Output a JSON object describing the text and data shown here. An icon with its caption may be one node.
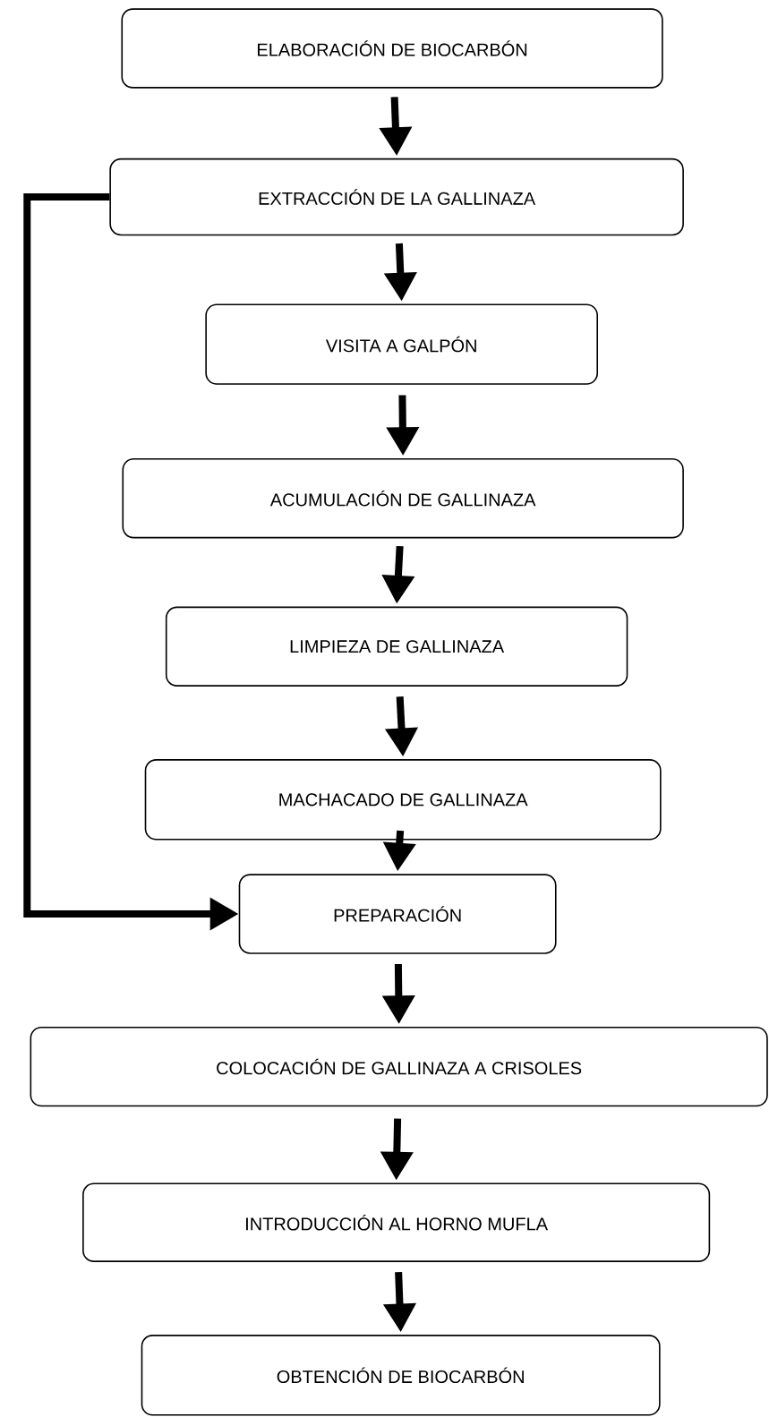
{
  "diagram": {
    "nodes": [
      {
        "text": [
          "ELABORACIÓN DE BIOCARBÓN"
        ]
      },
      {
        "text": [
          "EXTRACCIÓN DE LA GALLINAZA"
        ]
      },
      {
        "text": [
          "VISITA A GALPÓN"
        ]
      },
      {
        "text": [
          "ACUMULACIÓN DE GALLINAZA"
        ]
      },
      {
        "text": [
          "LIMPIEZA DE GALLINAZA"
        ]
      },
      {
        "text": [
          "MACHACADO DE GALLINAZA"
        ]
      },
      {
        "text": [
          "PREPARACIÓN"
        ]
      },
      {
        "text": [
          "COLOCACIÓN DE GALLINAZA A CRISOLES"
        ]
      },
      {
        "text": [
          "INTRODUCCIÓN AL HORNO MUFLA"
        ]
      },
      {
        "text": [
          "OBTENCIÓN DE BIOCARBÓN"
        ]
      }
    ],
    "edges": [
      {
        "from": 0,
        "to": 1,
        "arrow": "to"
      },
      {
        "from": 1,
        "to": 2,
        "arrow": "to"
      },
      {
        "from": 2,
        "to": 3,
        "arrow": "to"
      },
      {
        "from": 3,
        "to": 4,
        "arrow": "to"
      },
      {
        "from": 4,
        "to": 5,
        "arrow": "to"
      },
      {
        "from": 5,
        "to": 6,
        "arrow": "to"
      },
      {
        "from": 1,
        "to": 6,
        "arrow": "to"
      },
      {
        "from": 6,
        "to": 7,
        "arrow": "to"
      },
      {
        "from": 7,
        "to": 8,
        "arrow": "to"
      },
      {
        "from": 8,
        "to": 9,
        "arrow": "to"
      }
    ]
  }
}
